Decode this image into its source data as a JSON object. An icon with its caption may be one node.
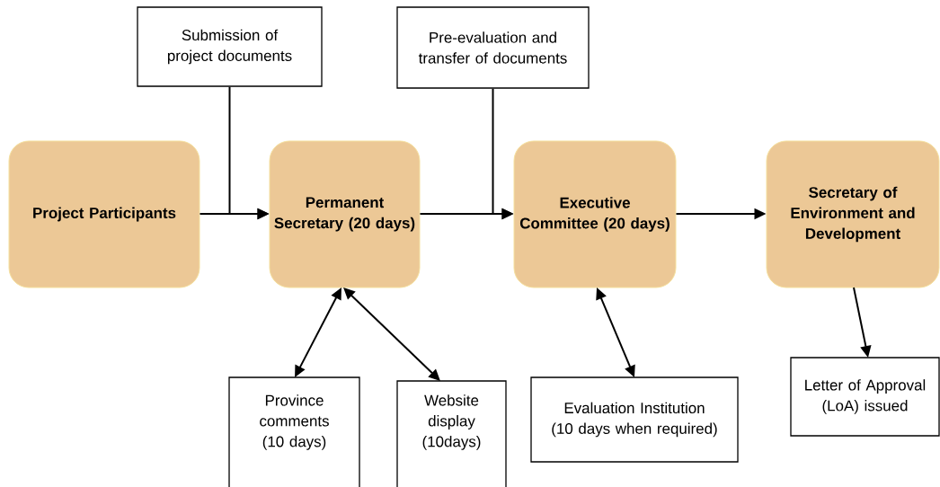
{
  "diagram": {
    "nodes": [
      {
        "text": [
          "Submission of project documents"
        ]
      },
      {
        "text": [
          "Pre-evaluation and transfer of documents"
        ]
      },
      {
        "text": [
          "Project Participants"
        ]
      },
      {
        "text": [
          "Permanent Secretary (20 days)"
        ]
      },
      {
        "text": [
          "Executive Committee (20 days)"
        ]
      },
      {
        "text": [
          "Secretary of Environment and Development"
        ]
      },
      {
        "text": [
          "Province comments (10 days)"
        ]
      },
      {
        "text": [
          "Website display (10days)"
        ]
      },
      {
        "text": [
          "Evaluation Institution (10 days when required)"
        ]
      },
      {
        "text": [
          "Letter of Approval (LoA) issued"
        ]
      }
    ],
    "edges": [
      {
        "from": 2,
        "to": 3,
        "arrow": "to"
      },
      {
        "from": 0,
        "to": 3,
        "arrow": "to"
      },
      {
        "from": 3,
        "to": 4,
        "arrow": "to"
      },
      {
        "from": 1,
        "to": 4,
        "arrow": "to"
      },
      {
        "from": 4,
        "to": 5,
        "arrow": "to"
      },
      {
        "from": 3,
        "to": 6,
        "arrow": "both"
      },
      {
        "from": 3,
        "to": 7,
        "arrow": "both"
      },
      {
        "from": 4,
        "to": 8,
        "arrow": "both"
      },
      {
        "from": 5,
        "to": 9,
        "arrow": "to"
      }
    ]
  }
}
